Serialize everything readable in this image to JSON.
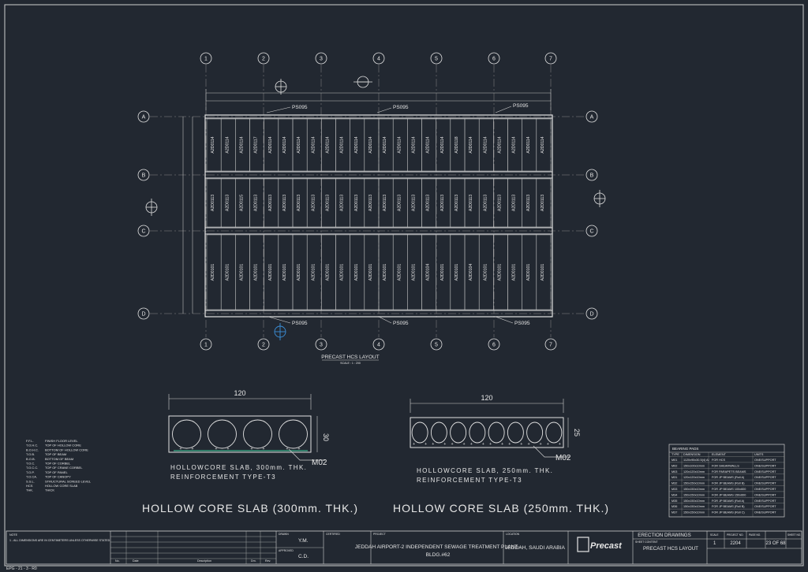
{
  "grid": {
    "columns": [
      "1",
      "2",
      "3",
      "4",
      "5",
      "6",
      "7"
    ],
    "rows": [
      "A",
      "B",
      "C",
      "D"
    ]
  },
  "slab_marks": {
    "top_bay": [
      "A2D0114",
      "A2D0114",
      "A2D0114",
      "A2D0117",
      "A2D0114",
      "A2D0114",
      "A2D0114",
      "A2D0114",
      "A2D0114",
      "A2D0114",
      "A2D0114",
      "A2D0114",
      "A2D0114",
      "A2D0114",
      "A2D0114",
      "A2D0114",
      "A2D0114",
      "A2D0118",
      "A2D0114",
      "A2D0114",
      "A2D0114",
      "A2D0114",
      "A2D0114",
      "A2D0114"
    ],
    "middle_bay": [
      "A2D0113",
      "A2D0113",
      "A2D0115",
      "A2D0113",
      "A2D0113",
      "A2D0113",
      "A2D0113",
      "A2D0113",
      "A2D0113",
      "A2D0113",
      "A2D0113",
      "A2D0113",
      "A2D0113",
      "A2D0113",
      "A2D0113",
      "A2D0113",
      "A2D0113",
      "A2D0113",
      "A2D0113",
      "A2D0113",
      "A2D0113",
      "A2D0113",
      "A2D0113",
      "A2D0113"
    ],
    "bottom_bay": [
      "A2D0101",
      "A2D0101",
      "A2D0101",
      "A2D0101",
      "A2D0101",
      "A2D0101",
      "A2D0101",
      "A2D0101",
      "A2D0101",
      "A2D0101",
      "A2D0101",
      "A2D0101",
      "A2D0101",
      "A2D0101",
      "A2D0101",
      "A2D0104",
      "A2D0101",
      "A2D0101",
      "A2D0104",
      "A2D0101",
      "A2D0101",
      "A2D0101",
      "A2D0101",
      "A2D0101"
    ]
  },
  "callouts": {
    "ps095": "PS095"
  },
  "layout_title": "PRECAST HCS LAYOUT",
  "layout_scale": "SCALE : 1 : 200",
  "sections": [
    {
      "dim_width": "120",
      "dim_height": "30",
      "mark": "M02",
      "desc_line1": "HOLLOWCORE SLAB, 300mm. THK.",
      "desc_line2": "REINFORCEMENT TYPE-T3",
      "title": "HOLLOW CORE SLAB (300mm. THK.)"
    },
    {
      "dim_width": "120",
      "dim_height": "25",
      "mark": "M02",
      "desc_line1": "HOLLOWCORE SLAB, 250mm. THK.",
      "desc_line2": "REINFORCEMENT TYPE-T3",
      "title": "HOLLOW CORE SLAB (250mm. THK.)"
    }
  ],
  "legend": [
    {
      "abbr": "F.F.L.",
      "meaning": "FINISH FLOOR LEVEL"
    },
    {
      "abbr": "T.O.H.C.",
      "meaning": "TOP OF HOLLOW CORE"
    },
    {
      "abbr": "B.O.H.C.",
      "meaning": "BOTTOM OF HOLLOW CORE"
    },
    {
      "abbr": "T.O.B.",
      "meaning": "TOP OF BEAM"
    },
    {
      "abbr": "B.O.B.",
      "meaning": "BOTTOM OF BEAM"
    },
    {
      "abbr": "T.O.C.",
      "meaning": "TOP OF CORBEL"
    },
    {
      "abbr": "T.O.C.C.",
      "meaning": "TOP OF CRANE CORBEL"
    },
    {
      "abbr": "T.O.P.",
      "meaning": "TOP OF PANEL"
    },
    {
      "abbr": "T.O.CA.",
      "meaning": "TOP OF CANOPY"
    },
    {
      "abbr": "S.S.L.",
      "meaning": "STRUCTURAL SCREED LEVEL"
    },
    {
      "abbr": "HCS",
      "meaning": "HOLLOW CORE SLAB"
    },
    {
      "abbr": "THK.",
      "meaning": "THICK"
    }
  ],
  "bearing_pads": {
    "title": "BEARING PADS",
    "headers": [
      "TYPE",
      "DIMENSION",
      "ELEMENT",
      "UNITS"
    ],
    "rows": [
      [
        "M01",
        "1120x90x30.5(4) Al",
        "FOR HCS",
        "ONE/SUPPORT"
      ],
      [
        "M02",
        "150x100x10mm",
        "FOR SHEARWALLS",
        "ONE/SUPPORT"
      ],
      [
        "M03",
        "120x120x10mm",
        "FOR PARAPETS BEAMS",
        "ONE/SUPPORT"
      ],
      [
        "M31",
        "120x120x10mm",
        "FOR JP BEAMS (Roll A)",
        "ONE/SUPPORT"
      ],
      [
        "M32",
        "150x150x10mm",
        "FOR JP BEAMS (Roll B)",
        "ONE/SUPPORT"
      ],
      [
        "M33",
        "150x150x10mm",
        "FOR JP BEAMS 100x600",
        "ONE/SUPPORT"
      ],
      [
        "M34",
        "150x150x10mm",
        "FOR JP BEAMS 150x600",
        "ONE/SUPPORT"
      ],
      [
        "M35",
        "150x150x10mm",
        "FOR JP BEAMS (Roll A)",
        "ONE/SUPPORT"
      ],
      [
        "M36",
        "150x150x10mm",
        "FOR JP BEAMS (Roll B)",
        "ONE/SUPPORT"
      ],
      [
        "M37",
        "150x150x10mm",
        "FOR JP BEAMS (Roll C)",
        "ONE/SUPPORT"
      ]
    ]
  },
  "title_block": {
    "note_label": "NOTE",
    "note_text": "1 - ALL DIMENSIONS ARE IN CENTIMETERS UNLESS OTHERWISE STATED.",
    "rev_col_no": "No.",
    "rev_col_date": "Date",
    "rev_col_desc": "Description",
    "rev_col_drn": "Drn.",
    "rev_col_chk": "Rev.",
    "drawn_label": "DRAWN",
    "drawn_value": "Y.M.",
    "approved_label": "APPROVED",
    "approved_value": "C.D.",
    "certified_label": "CERTIFIED",
    "project_label": "PROJECT",
    "project_line1": "JEDDAH AIRPORT-2 INDEPENDENT SEWAGE TREATMENT PLANT -",
    "project_line2": "BLDG.#62",
    "location_label": "LOCATION",
    "location_value": "JEDDAH, SAUDI ARABIA",
    "company_name": "Precast",
    "drawing_type": "ERECTION DRAWINGS",
    "sheet_content_label": "SHEET CONTENT",
    "sheet_content": "PRECAST HCS LAYOUT",
    "scale_label": "SCALE",
    "scale_value": "1",
    "project_no_label": "PROJECT NO.",
    "project_no": "2204",
    "page_no_label": "PAGE NO.",
    "page_no": "23 OF 68",
    "sheet_no_label": "SHEET NO.",
    "sheet_no": "",
    "drawing_code": "EPG - 21 - 3 - R0"
  },
  "colors": {
    "background": "#222831",
    "line": "#d8d8d8",
    "accent": "#3b8fd9",
    "dim": "#9aa0a6"
  }
}
